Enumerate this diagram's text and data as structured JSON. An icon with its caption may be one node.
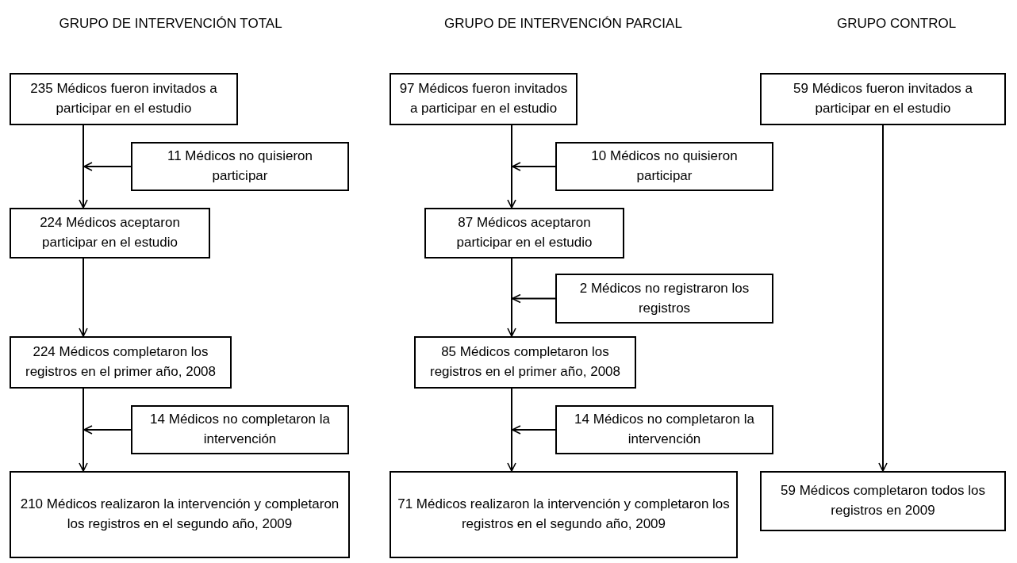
{
  "diagram": {
    "nodes": [
      {
        "text": [
          "235 Médicos fueron invitados a participar en el estudio"
        ]
      },
      {
        "text": [
          "11 Médicos no quisieron participar"
        ]
      },
      {
        "text": [
          "224 Médicos aceptaron participar en el estudio"
        ]
      },
      {
        "text": [
          "224 Médicos completaron los registros en el primer año, 2008"
        ]
      },
      {
        "text": [
          "14 Médicos no completaron la intervención"
        ]
      },
      {
        "text": [
          "210 Médicos realizaron la intervención y completaron los registros en el segundo año, 2009"
        ]
      },
      {
        "text": [
          "97 Médicos fueron invitados a participar en el estudio"
        ]
      },
      {
        "text": [
          "10 Médicos no quisieron participar"
        ]
      },
      {
        "text": [
          "87 Médicos aceptaron participar en el estudio"
        ]
      },
      {
        "text": [
          "2 Médicos no registraron los registros"
        ]
      },
      {
        "text": [
          "85 Médicos completaron los registros en el primer año, 2008"
        ]
      },
      {
        "text": [
          "14 Médicos no completaron la intervención"
        ]
      },
      {
        "text": [
          "71 Médicos realizaron la intervención y completaron los registros en el segundo año, 2009"
        ]
      },
      {
        "text": [
          "59 Médicos fueron invitados a participar en el estudio"
        ]
      },
      {
        "text": [
          "59 Médicos completaron todos los registros en 2009"
        ]
      }
    ],
    "edges": [
      {
        "from": 0,
        "to": 2,
        "arrow": "to"
      },
      {
        "from": 1,
        "to": null,
        "arrow": "to"
      },
      {
        "from": 2,
        "to": 3,
        "arrow": "to"
      },
      {
        "from": 3,
        "to": 5,
        "arrow": "to"
      },
      {
        "from": 4,
        "to": null,
        "arrow": "to"
      },
      {
        "from": 6,
        "to": 8,
        "arrow": "to"
      },
      {
        "from": 7,
        "to": null,
        "arrow": "to"
      },
      {
        "from": 8,
        "to": 10,
        "arrow": "to"
      },
      {
        "from": 9,
        "to": null,
        "arrow": "to"
      },
      {
        "from": 10,
        "to": 12,
        "arrow": "to"
      },
      {
        "from": 11,
        "to": null,
        "arrow": "to"
      },
      {
        "from": 13,
        "to": 14,
        "arrow": "to"
      }
    ],
    "labels": [
      "GRUPO DE INTERVENCIÓN TOTAL",
      "GRUPO DE INTERVENCIÓN PARCIAL",
      "GRUPO CONTROL"
    ]
  }
}
